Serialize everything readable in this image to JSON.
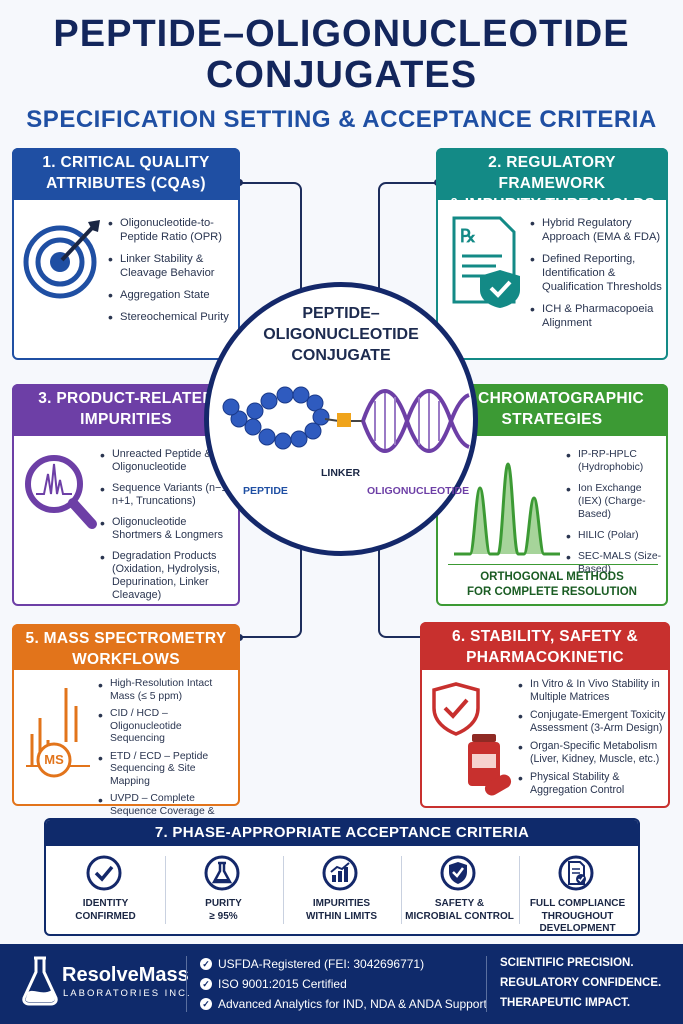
{
  "title_line1": "PEPTIDE–OLIGONUCLEOTIDE",
  "title_line2": "CONJUGATES",
  "subtitle": "SPECIFICATION SETTING & ACCEPTANCE CRITERIA",
  "center": {
    "title_lines": [
      "PEPTIDE–",
      "OLIGONUCLEOTIDE",
      "CONJUGATE"
    ],
    "peptide": "PEPTIDE",
    "linker": "LINKER",
    "oligo": "OLIGONUCLEOTIDE"
  },
  "s1": {
    "title_lines": [
      "1. CRITICAL QUALITY",
      "ATTRIBUTES (CQAs)"
    ],
    "color": "#1f4fa3",
    "items": [
      "Oligonucleotide-to-Peptide Ratio (OPR)",
      "Linker Stability & Cleavage Behavior",
      "Aggregation State",
      "Stereochemical Purity"
    ]
  },
  "s2": {
    "title_lines": [
      "2. REGULATORY FRAMEWORK",
      "& IMPURITY THRESHOLDS"
    ],
    "color": "#138a86",
    "items": [
      "Hybrid Regulatory Approach (EMA & FDA)",
      "Defined Reporting, Identification & Qualification Thresholds",
      "ICH & Pharmacopoeia Alignment"
    ]
  },
  "s3": {
    "title_lines": [
      "3. PRODUCT-RELATED",
      "IMPURITIES"
    ],
    "color": "#6d3fa6",
    "items": [
      "Unreacted Peptide & Oligonucleotide",
      "Sequence Variants (n−1, n+1, Truncations)",
      "Oligonucleotide Shortmers & Longmers",
      "Degradation Products (Oxidation, Hydrolysis, Depurination, Linker Cleavage)"
    ]
  },
  "s4": {
    "title_lines": [
      "4. CHROMATOGRAPHIC",
      "STRATEGIES"
    ],
    "color": "#3c9a34",
    "items": [
      "IP-RP-HPLC (Hydrophobic)",
      "Ion Exchange (IEX) (Charge-Based)",
      "HILIC (Polar)",
      "SEC-MALS (Size-Based)"
    ],
    "footnote_lines": [
      "ORTHOGONAL METHODS",
      "FOR COMPLETE RESOLUTION"
    ]
  },
  "s5": {
    "title_lines": [
      "5. MASS SPECTROMETRY",
      "WORKFLOWS"
    ],
    "color": "#e2741b",
    "ms_label": "MS",
    "items": [
      "High-Resolution Intact Mass (≤ 5 ppm)",
      "CID / HCD – Oligonucleotide Sequencing",
      "ETD / ECD – Peptide Sequencing & Site Mapping",
      "UVPD – Complete Sequence Coverage & Linker Confirmation"
    ]
  },
  "s6": {
    "title_lines": [
      "6. STABILITY, SAFETY &",
      "PHARMACOKINETIC CONTROLS"
    ],
    "color": "#c8302e",
    "items": [
      "In Vitro & In Vivo Stability in Multiple Matrices",
      "Conjugate-Emergent Toxicity Assessment (3-Arm Design)",
      "Organ-Specific Metabolism (Liver, Kidney, Muscle, etc.)",
      "Physical Stability & Aggregation Control"
    ]
  },
  "s7": {
    "title": "7. PHASE-APPROPRIATE ACCEPTANCE CRITERIA",
    "cells": [
      {
        "icon": "check-circle-icon",
        "lines": [
          "IDENTITY",
          "CONFIRMED"
        ]
      },
      {
        "icon": "flask-icon",
        "lines": [
          "PURITY",
          "≥ 95%"
        ]
      },
      {
        "icon": "bar-chart-icon",
        "lines": [
          "IMPURITIES",
          "WITHIN LIMITS"
        ]
      },
      {
        "icon": "shield-check-icon",
        "lines": [
          "SAFETY &",
          "MICROBIAL CONTROL"
        ]
      },
      {
        "icon": "document-check-icon",
        "lines": [
          "FULL COMPLIANCE",
          "THROUGHOUT",
          "DEVELOPMENT"
        ]
      }
    ]
  },
  "footer": {
    "brand": "ResolveMass",
    "brand_sub": "LABORATORIES INC.",
    "points": [
      "USFDA-Registered (FEI: 3042696771)",
      "ISO 9001:2015 Certified",
      "Advanced Analytics for IND, NDA & ANDA Support"
    ],
    "tagline": [
      "SCIENTIFIC PRECISION.",
      "REGULATORY CONFIDENCE.",
      "THERAPEUTIC IMPACT."
    ]
  }
}
